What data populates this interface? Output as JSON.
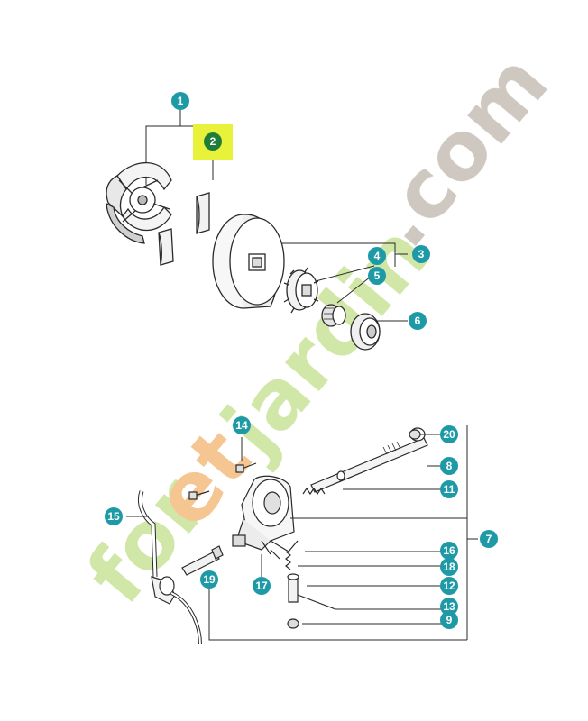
{
  "colors": {
    "callout": "#1e9aa6",
    "callout_highlight_bg": "#e8f23a",
    "callout_highlight_dot": "#1f7d3a",
    "line": "#2a2a2a",
    "leader": "#4aa7b2",
    "watermark_green": "#cfe6a3",
    "watermark_orange": "#f5c38d",
    "watermark_grey": "#cdc6bd"
  },
  "watermark": {
    "text_green_1": "for",
    "text_orange": "et",
    "text_green_2": "jardin",
    "text_grey": ".com"
  },
  "callouts": [
    {
      "id": "c1",
      "label": "1"
    },
    {
      "id": "c2",
      "label": "2",
      "highlight": true
    },
    {
      "id": "c3",
      "label": "3"
    },
    {
      "id": "c4",
      "label": "4"
    },
    {
      "id": "c5",
      "label": "5"
    },
    {
      "id": "c6",
      "label": "6"
    },
    {
      "id": "c7",
      "label": "7"
    },
    {
      "id": "c8",
      "label": "8"
    },
    {
      "id": "c9",
      "label": "9"
    },
    {
      "id": "c11",
      "label": "11"
    },
    {
      "id": "c12",
      "label": "12"
    },
    {
      "id": "c13",
      "label": "13"
    },
    {
      "id": "c14",
      "label": "14"
    },
    {
      "id": "c15",
      "label": "15"
    },
    {
      "id": "c16",
      "label": "16"
    },
    {
      "id": "c17",
      "label": "17"
    },
    {
      "id": "c18",
      "label": "18"
    },
    {
      "id": "c19",
      "label": "19"
    },
    {
      "id": "c20",
      "label": "20"
    }
  ]
}
